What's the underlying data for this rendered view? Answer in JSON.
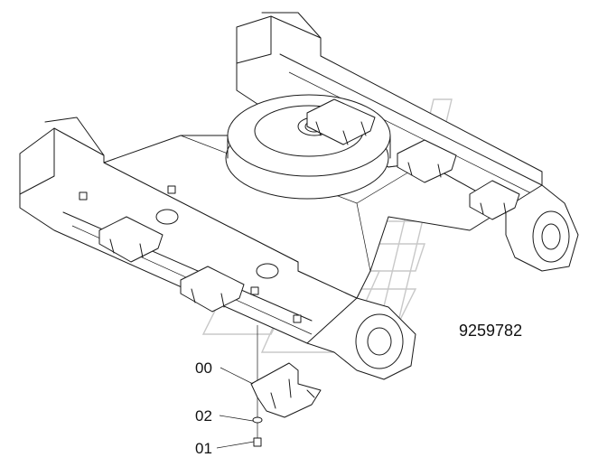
{
  "part_number": "9259782",
  "callouts": [
    {
      "id": "callout-00",
      "label": "00"
    },
    {
      "id": "callout-02",
      "label": "02"
    },
    {
      "id": "callout-01",
      "label": "01"
    }
  ]
}
